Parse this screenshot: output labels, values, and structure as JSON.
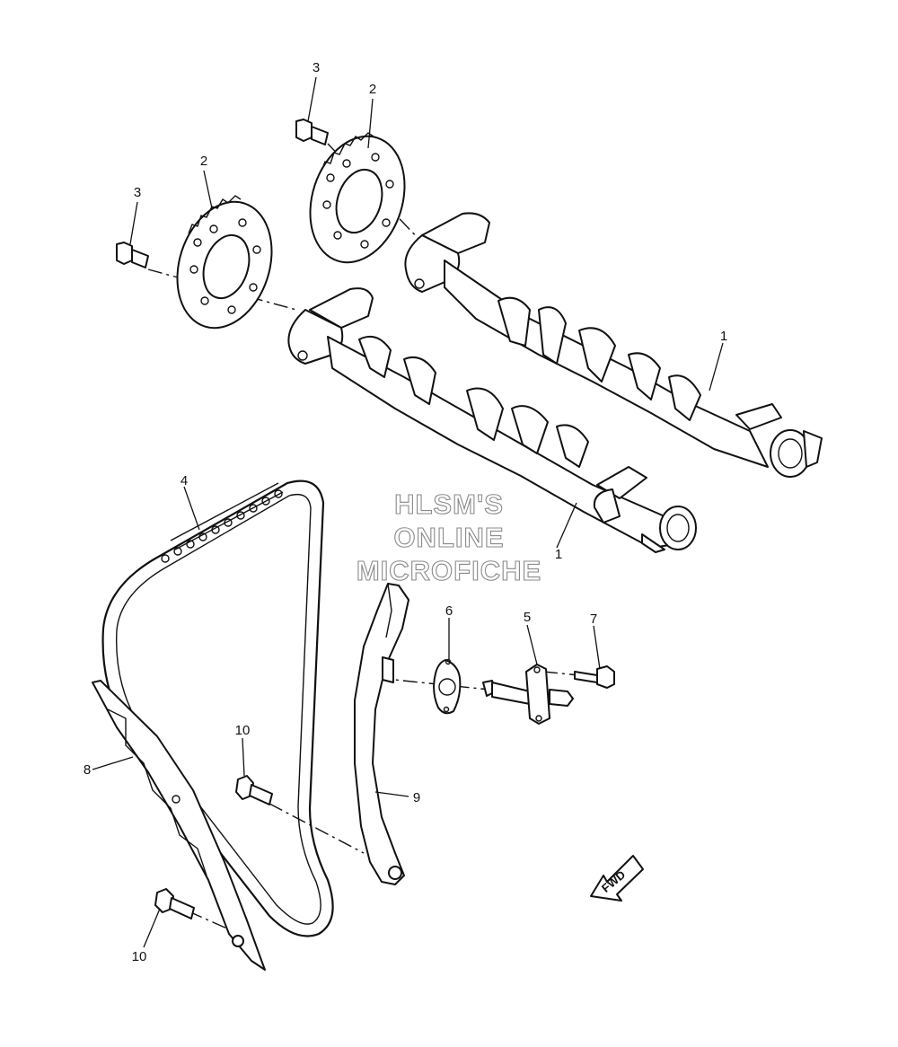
{
  "watermark": {
    "line1": "HLSM'S",
    "line2": "ONLINE",
    "line3": "MICROFICHE"
  },
  "direction_arrow": {
    "label": "FWD"
  },
  "callouts": {
    "camshaft_exhaust": "1",
    "camshaft_intake": "1",
    "sprocket_left": "2",
    "sprocket_right": "2",
    "bolt_left": "3",
    "bolt_right": "3",
    "timing_chain": "4",
    "tensioner": "5",
    "gasket": "6",
    "tensioner_bolt": "7",
    "chain_guide_exhaust": "8",
    "chain_guide_intake": "9",
    "guide_bolt_upper": "10",
    "guide_bolt_lower": "10"
  },
  "colors": {
    "line": "#111111",
    "watermark_outline": "#8a8a8a",
    "background": "#ffffff"
  }
}
